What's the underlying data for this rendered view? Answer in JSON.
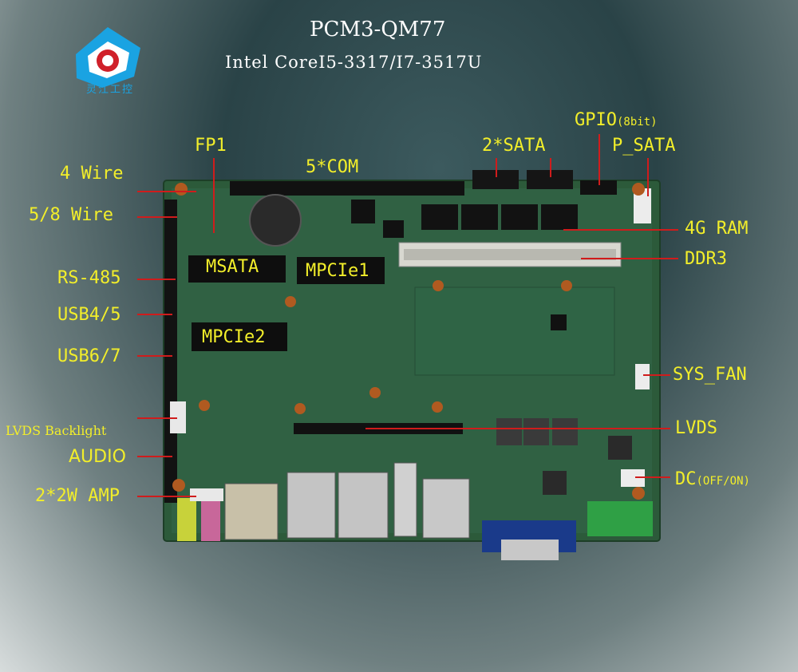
{
  "header": {
    "title": "PCM3-QM77",
    "subtitle": "Intel CoreI5-3317/I7-3517U"
  },
  "logo": {
    "text": "灵江工控"
  },
  "labels": {
    "four_wire": "4 Wire",
    "five_eight_wire": "5/8 Wire",
    "rs485": "RS-485",
    "usb45": "USB4/5",
    "usb67": "USB6/7",
    "lvds_backlight": "LVDS Backlight",
    "audio": "AUDIO",
    "amp": "2*2W AMP",
    "fp1": "FP1",
    "five_com": "5*COM",
    "two_sata": "2*SATA",
    "gpio": "GPIO",
    "gpio_bits": "(8bit)",
    "p_sata": "P_SATA",
    "ram": "4G RAM",
    "ddr3": "DDR3",
    "sys_fan": "SYS_FAN",
    "lvds": "LVDS",
    "dc": "DC",
    "dc_state": "(OFF/ON)",
    "msata": "MSATA",
    "mpcie1": "MPCIe1",
    "mpcie2": "MPCIe2"
  },
  "colors": {
    "label": "#f2ee2a",
    "line": "#d01c1c",
    "board": "#2c5a3a",
    "title": "#ffffff",
    "logo": "#1aa3e2"
  }
}
